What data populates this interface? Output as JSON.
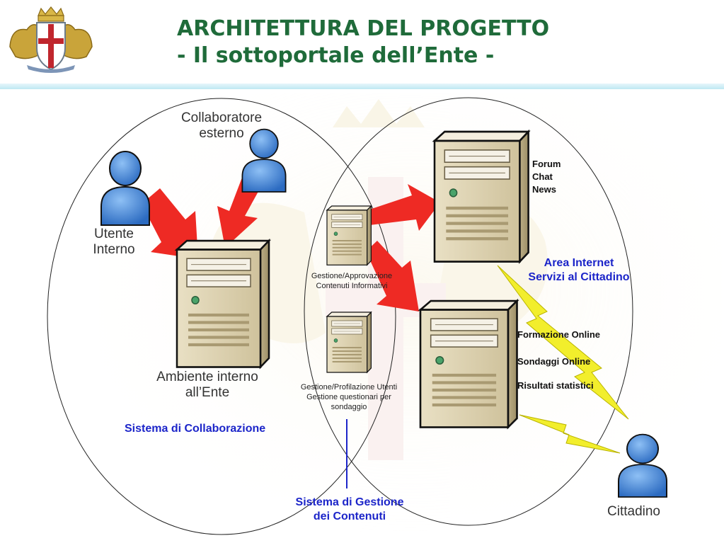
{
  "title": {
    "line1": "ARCHITETTURA DEL PROGETTO",
    "line2": "- Il sottoportale dell’Ente -"
  },
  "actors": {
    "collaboratore": [
      "Collaboratore",
      "esterno"
    ],
    "utente": [
      "Utente",
      "Interno"
    ],
    "cittadino": "Cittadino"
  },
  "servers": {
    "ambiente": [
      "Ambiente interno",
      "all’Ente"
    ],
    "gestione_approvazione": [
      "Gestione/Approvazione",
      "Contenuti Informativi"
    ],
    "gestione_profilazione": [
      "Gestione/Profilazione Utenti",
      "Gestione questionari per",
      "sondaggio"
    ],
    "forum": [
      "Forum",
      "Chat",
      "News"
    ],
    "formazione": [
      "Formazione Online",
      "Sondaggi Online",
      "Risultati statistici"
    ]
  },
  "areas": {
    "internet": [
      "Area Internet",
      "Servizi al Cittadino"
    ],
    "collaborazione": "Sistema di Collaborazione",
    "gestione_contenuti": [
      "Sistema di Gestione",
      "dei Contenuti"
    ]
  },
  "colors": {
    "title": "#1f6b3a",
    "accent_blue": "#1c25c9",
    "arrow_red": "#ee2a24",
    "lightning": "#f2ee2c",
    "person_blue": "#3d7fd4"
  }
}
